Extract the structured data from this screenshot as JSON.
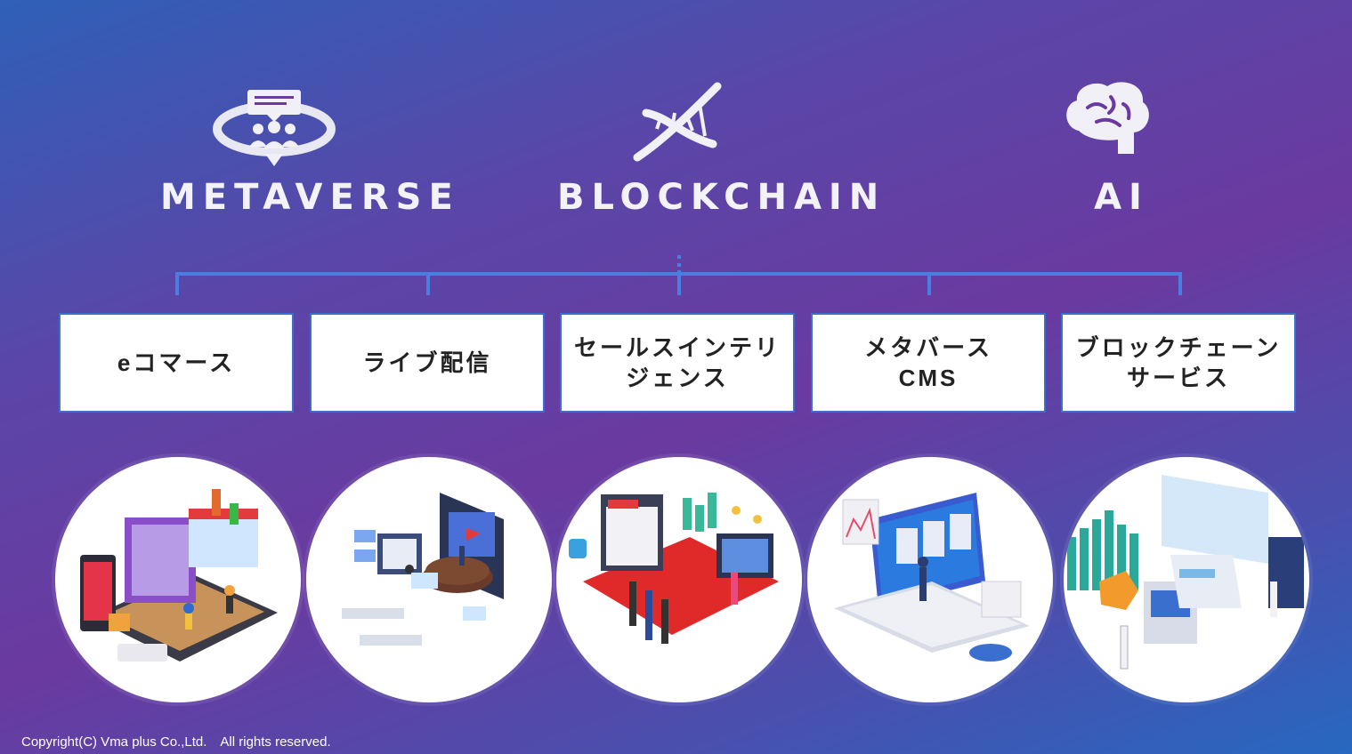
{
  "pillars": [
    {
      "title": "METAVERSE",
      "icon": "metaverse-people-ring-icon"
    },
    {
      "title": "BLOCKCHAIN",
      "icon": "dna-helix-icon"
    },
    {
      "title": "AI",
      "icon": "brain-icon"
    }
  ],
  "services": [
    {
      "label": "eコマース",
      "illustration": "ecommerce-store-illustration"
    },
    {
      "label": "ライブ配信",
      "illustration": "live-streaming-illustration"
    },
    {
      "label": "セールスインテリ\nジェンス",
      "illustration": "red-carpet-press-illustration"
    },
    {
      "label": "メタバース\nCMS",
      "illustration": "laptop-cms-illustration"
    },
    {
      "label": "ブロックチェーン\nサービス",
      "illustration": "medical-data-illustration"
    }
  ],
  "footer": {
    "copyright": "Copyright(C) Vma plus Co.,Ltd.　All rights reserved."
  },
  "colors": {
    "accent": "#3a6fd0",
    "icon": "#f0f0f6",
    "bg_start": "#2f60b8",
    "bg_mid": "#6a3aa0"
  }
}
